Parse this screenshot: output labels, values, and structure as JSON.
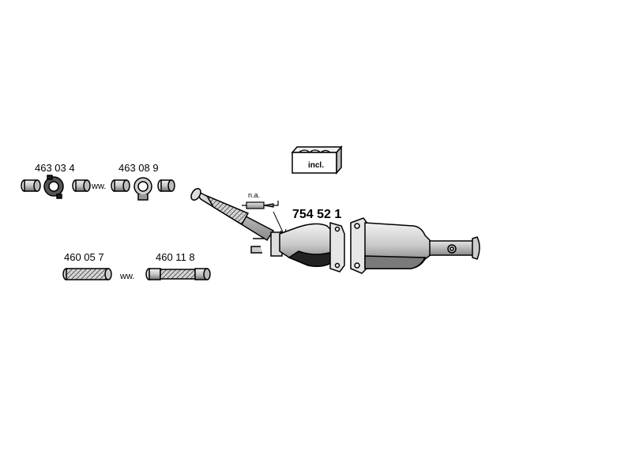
{
  "parts": {
    "clamp_a": "463 03 4",
    "clamp_b": "463 08 9",
    "flex_a": "460 05 7",
    "flex_b": "460 11 8",
    "catalyst": "754 52 1"
  },
  "notes": {
    "ww1": "ww.",
    "ww2": "ww.",
    "na": "n.a.",
    "incl": "incl."
  }
}
